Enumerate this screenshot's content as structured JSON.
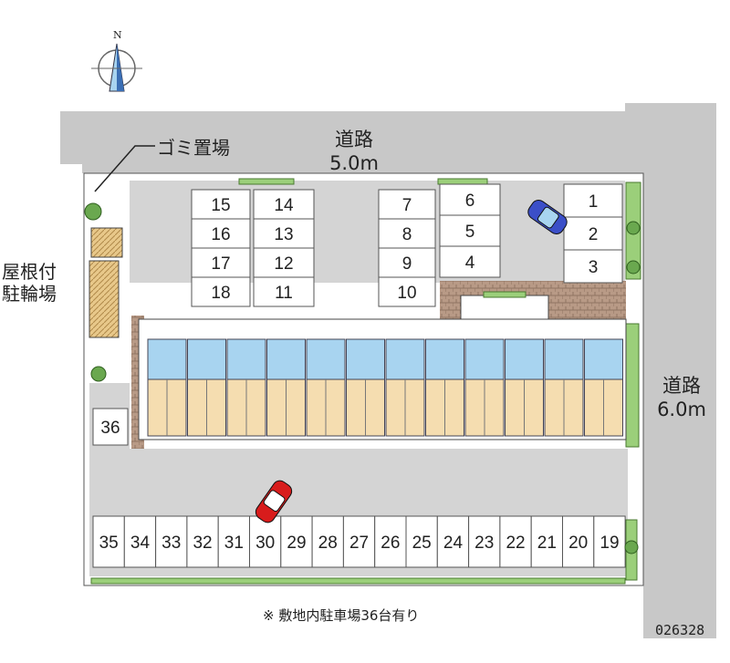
{
  "compass": {
    "north_label": "N"
  },
  "roads": {
    "top": {
      "name": "道路",
      "width": "5.0m"
    },
    "right": {
      "name": "道路",
      "width": "6.0m"
    }
  },
  "facilities": {
    "garbage": "ゴミ置場",
    "bicycle": [
      "屋根付",
      "駐輪場"
    ]
  },
  "parking": {
    "block_left_a": [
      "15",
      "16",
      "17",
      "18"
    ],
    "block_left_b": [
      "14",
      "13",
      "12",
      "11"
    ],
    "block_mid": [
      "7",
      "8",
      "9",
      "10"
    ],
    "block_mid_b": [
      "6",
      "5",
      "4"
    ],
    "block_right": [
      "1",
      "2",
      "3"
    ],
    "left_single": "36",
    "bottom_row": [
      "35",
      "34",
      "33",
      "32",
      "31",
      "30",
      "29",
      "28",
      "27",
      "26",
      "25",
      "24",
      "23",
      "22",
      "21",
      "20",
      "19"
    ]
  },
  "footer": {
    "note": "※ 敷地内駐車場36台有り",
    "code": "026328"
  },
  "colors": {
    "road": "#c8c8c8",
    "building_blue": "#a8d4f0",
    "building_tan": "#f5ddb0",
    "hedge": "#9bcf7a",
    "paving": "#b89a86",
    "blue_car": "#3b4fc8",
    "red_car": "#d81c1c"
  }
}
